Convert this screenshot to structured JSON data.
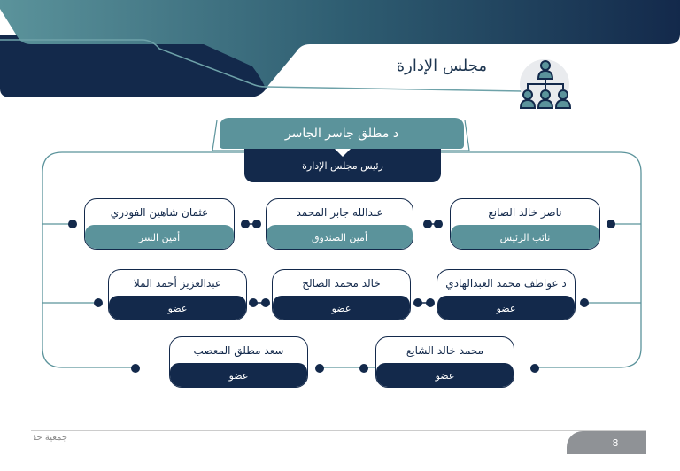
{
  "header": {
    "title": "مجلس الإدارة",
    "icon": "org-chart-icon"
  },
  "chairman": {
    "name": "د مطلق جاسر الجاسر",
    "role": "رئيس مجلس الإدارة"
  },
  "rows": [
    [
      {
        "name": "ناصر خالد الصانع",
        "role": "نائب الرئيس"
      },
      {
        "name": "عبدالله جابر المحمد",
        "role": "أمين الصندوق"
      },
      {
        "name": "عثمان شاهين الفودري",
        "role": "أمين السر"
      }
    ],
    [
      {
        "name": "د عواطف محمد العبدالهادي",
        "role": "عضو"
      },
      {
        "name": "خالد محمد الصالح",
        "role": "عضو"
      },
      {
        "name": "عبدالعزيز أحمد الملا",
        "role": "عضو"
      }
    ],
    [
      {
        "name": "محمد خالد الشايع",
        "role": "عضو"
      },
      {
        "name": "سعد مطلق المعصب",
        "role": "عضو"
      }
    ]
  ],
  "footer": {
    "page_number": "8",
    "logo_text": "جمعية حقوق الإنسان"
  },
  "colors": {
    "navy": "#13294b",
    "teal": "#5b939b",
    "gray": "#8f9296"
  }
}
